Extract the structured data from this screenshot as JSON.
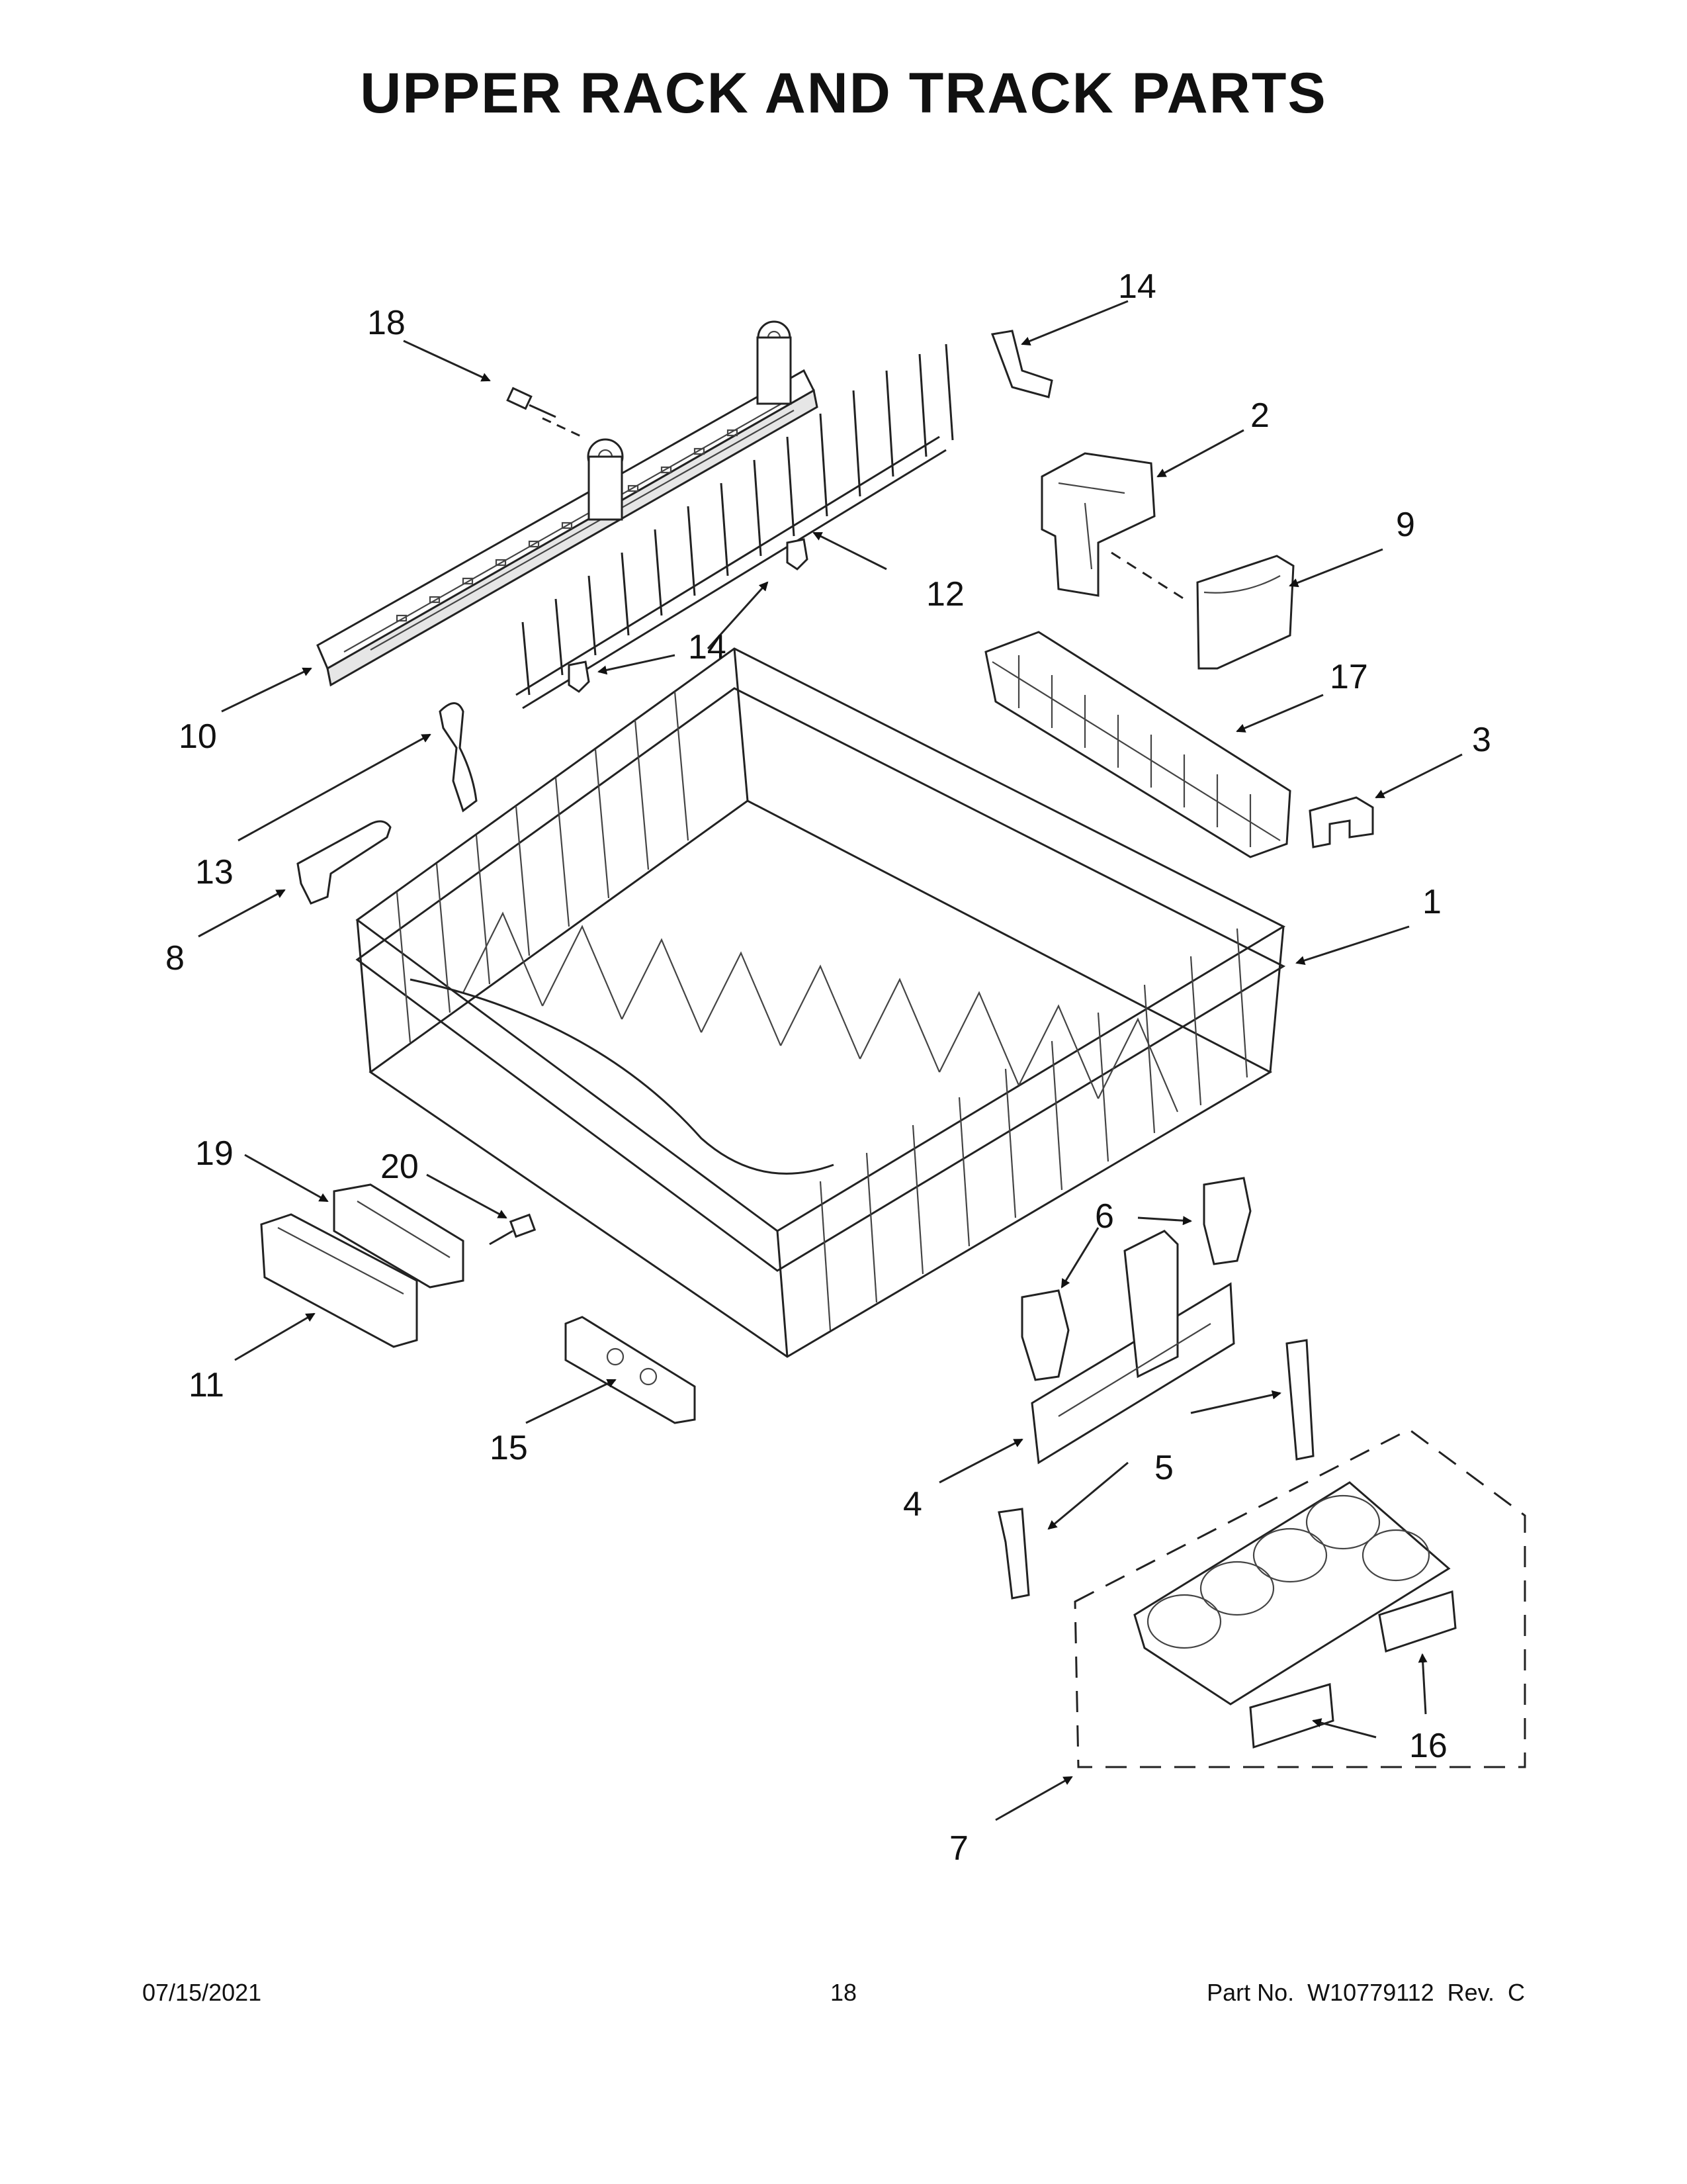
{
  "title": "UPPER RACK AND TRACK PARTS",
  "callouts": {
    "c1": "1",
    "c2": "2",
    "c3": "3",
    "c4": "4",
    "c5": "5",
    "c6": "6",
    "c7": "7",
    "c8": "8",
    "c9": "9",
    "c10": "10",
    "c11": "11",
    "c12": "12",
    "c13": "13",
    "c14a": "14",
    "c14b": "14",
    "c15": "15",
    "c16": "16",
    "c17": "17",
    "c18": "18",
    "c19": "19",
    "c20": "20"
  },
  "footer": {
    "date": "07/15/2021",
    "page": "18",
    "part": "Part No.  W10779112  Rev.  C"
  }
}
